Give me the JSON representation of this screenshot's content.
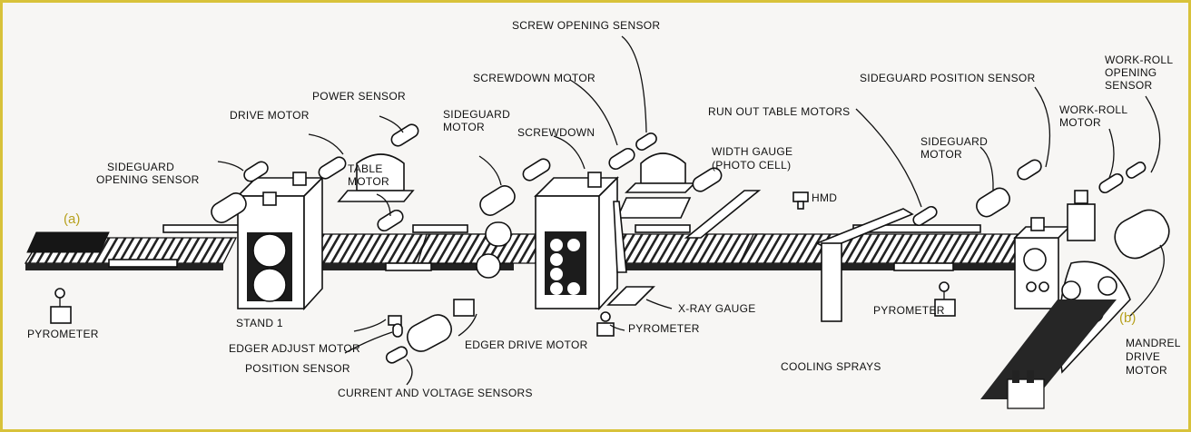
{
  "markers": {
    "a": "(a)",
    "b": "(b)"
  },
  "labels": {
    "power_sensor": "POWER SENSOR",
    "drive_motor": "DRIVE MOTOR",
    "sideguard_opening_sensor_1": "SIDEGUARD",
    "sideguard_opening_sensor_2": "OPENING SENSOR",
    "table_motor_1": "TABLE",
    "table_motor_2": "MOTOR",
    "sideguard_motor_1": "SIDEGUARD",
    "sideguard_motor_2": "MOTOR",
    "screwdown_motor": "SCREWDOWN MOTOR",
    "screwdown": "SCREWDOWN",
    "screw_opening_sensor": "SCREW OPENING SENSOR",
    "run_out_table_motors": "RUN OUT TABLE MOTORS",
    "width_gauge_1": "WIDTH GAUGE",
    "width_gauge_2": "(PHOTO CELL)",
    "hmd": "HMD",
    "sideguard_position_sensor": "SIDEGUARD POSITION SENSOR",
    "sideguard_motor_right_1": "SIDEGUARD",
    "sideguard_motor_right_2": "MOTOR",
    "work_roll_motor_1": "WORK-ROLL",
    "work_roll_motor_2": "MOTOR",
    "work_roll_opening_sensor_1": "WORK-ROLL",
    "work_roll_opening_sensor_2": "OPENING",
    "work_roll_opening_sensor_3": "SENSOR",
    "pyrometer_left": "PYROMETER",
    "stand_1": "STAND 1",
    "edger_adjust_motor": "EDGER ADJUST MOTOR",
    "position_sensor": "POSITION SENSOR",
    "current_voltage_sensors": "CURRENT AND VOLTAGE SENSORS",
    "edger_drive_motor": "EDGER DRIVE MOTOR",
    "pyrometer_mid": "PYROMETER",
    "x_ray_gauge": "X-RAY GAUGE",
    "cooling_sprays": "COOLING SPRAYS",
    "pyrometer_right": "PYROMETER",
    "mandrel_drive_motor_1": "MANDREL",
    "mandrel_drive_motor_2": "DRIVE",
    "mandrel_drive_motor_3": "MOTOR"
  }
}
